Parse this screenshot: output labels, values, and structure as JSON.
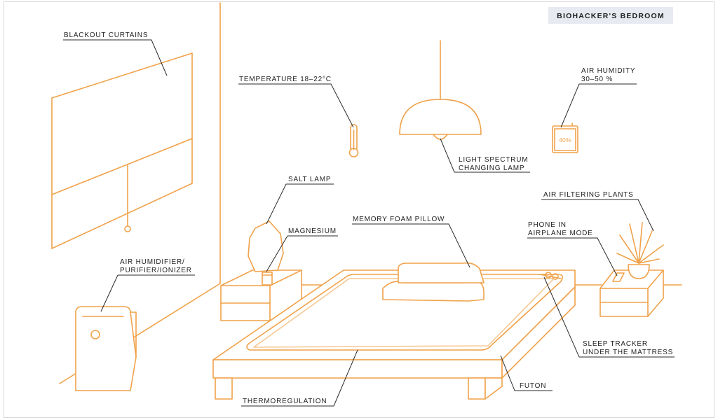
{
  "title": "BIOHACKER'S BEDROOM",
  "colors": {
    "line": "#f0a24a",
    "leader": "#2a2a2a",
    "badge": "#e7eaf1",
    "text": "#1f1f1f"
  },
  "hygrometer_reading": "40%",
  "labels": {
    "blackout_curtains": [
      "BLACKOUT CURTAINS"
    ],
    "temperature": [
      "TEMPERATURE 18–22°C"
    ],
    "air_humidity": [
      "AIR HUMIDITY",
      "30–50 %"
    ],
    "light_spectrum_lamp": [
      "LIGHT SPECTRUM",
      "CHANGING LAMP"
    ],
    "salt_lamp": [
      "SALT LAMP"
    ],
    "magnesium": [
      "MAGNESIUM"
    ],
    "memory_foam_pillow": [
      "MEMORY FOAM PILLOW"
    ],
    "air_filtering_plants": [
      "AIR FILTERING PLANTS"
    ],
    "phone_airplane_mode": [
      "PHONE IN",
      "AIRPLANE MODE"
    ],
    "air_humidifier": [
      "AIR HUMIDIFIER/",
      "PURIFIER/IONIZER"
    ],
    "sleep_tracker": [
      "SLEEP TRACKER",
      "UNDER THE MATTRESS"
    ],
    "futon": [
      "FUTON"
    ],
    "thermoregulation": [
      "THERMOREGULATION"
    ]
  }
}
